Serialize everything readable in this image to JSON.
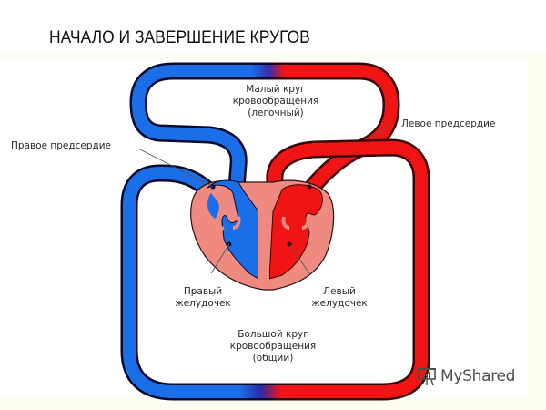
{
  "title": "НАЧАЛО И ЗАВЕРШЕНИЕ КРУГОВ",
  "diagram": {
    "pulmonary_circulation": {
      "line1": "Малый круг",
      "line2": "кровообращения",
      "line3": "(легочный)"
    },
    "systemic_circulation": {
      "line1": "Большой круг",
      "line2": "кровообращения",
      "line3": "(общий)"
    },
    "right_atrium": "Правое предсердие",
    "left_atrium": "Левое предсердие",
    "right_ventricle": {
      "line1": "Правый",
      "line2": "желудочек"
    },
    "left_ventricle": {
      "line1": "Левый",
      "line2": "желудочек"
    },
    "colors": {
      "venous_blood": "#1a6fe8",
      "arterial_blood": "#f01414",
      "heart_tissue": "#ee8a80",
      "vessel_outline": "#0a0a2a"
    }
  },
  "watermark": {
    "icon": "presentation-board-icon",
    "text": "MyShared"
  }
}
